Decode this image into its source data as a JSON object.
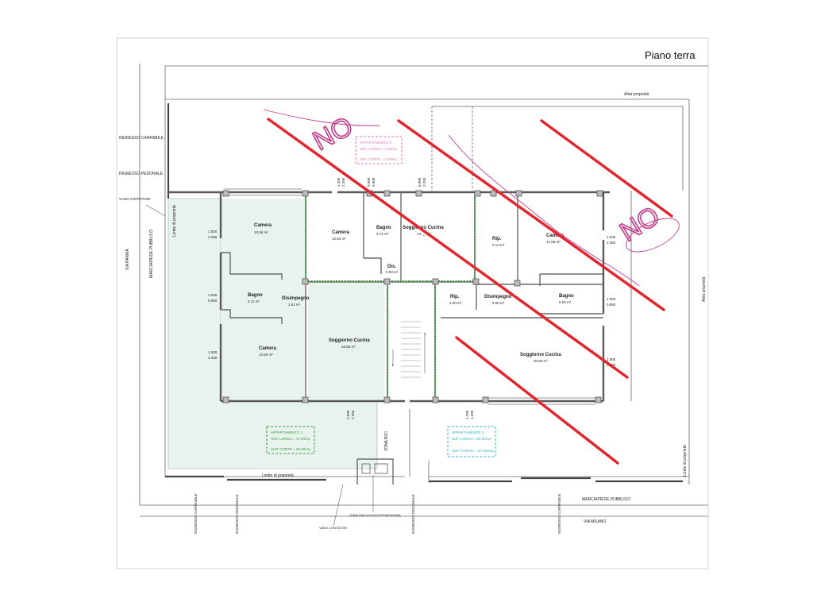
{
  "title": "Piano terra",
  "labels": {
    "altra_top": "Altra proprietà",
    "altra_right": "Altra proprietà",
    "ingresso_carrabile_left": "INGRESSO CARRABILE",
    "ingresso_pedonale_left": "INGRESSO PEDONALE",
    "vano_contatori_left": "VANO CONTATORI",
    "limite_left": "Limite di proprietà",
    "marciapiede_left": "MARCIAPIEDE PUBBLICO",
    "via_parma": "VIA PARMA",
    "limite_bottom": "Limite di proprietà",
    "zona_bici": "ZONA BICI",
    "ingresso_carrabile_b1": "INGRESSO CARRABILE",
    "ingresso_pedonale_b1": "INGRESSO PEDONALE",
    "vano_contatori_b": "VANO CONTATORI",
    "zona_raccolta": "ZONA RACCOLTA DIFFERENZIATA",
    "ingresso_pedonale_b2": "INGRESSO PEDONALE",
    "ingresso_carrabile_b2": "INGRESSO CARRABILE",
    "marciapiede_bottom": "MARCIAPIEDE PUBBLICO",
    "via_milano": "VIA MILANO",
    "limite_right": "Limite di proprietà"
  },
  "rooms": [
    {
      "name": "Camera",
      "area": "13.56 m²"
    },
    {
      "name": "Camera",
      "area": "12.63 m²"
    },
    {
      "name": "Bagno",
      "area": "4.72 m²"
    },
    {
      "name": "Soggiorno Cucina",
      "area": "14.__ m²"
    },
    {
      "name": "Rip.",
      "area": "0.13 m²"
    },
    {
      "name": "Camera",
      "area": "14.55 m²"
    },
    {
      "name": "Dis.",
      "area": "0.93 m²"
    },
    {
      "name": "Bagno",
      "area": "5.11 m²"
    },
    {
      "name": "Disimpegno",
      "area": "1.51 m²"
    },
    {
      "name": "Rip.",
      "area": "2.30 m²"
    },
    {
      "name": "Disimpegno",
      "area": "5.68 m²"
    },
    {
      "name": "Bagno",
      "area": "6.03 m²"
    },
    {
      "name": "Camera",
      "area": "14.55 m²"
    },
    {
      "name": "Soggiorno Cucina",
      "area": "22.56 m²"
    },
    {
      "name": "Soggiorno Cucina",
      "area": "30.69 m²"
    }
  ],
  "dimensions": {
    "d1": [
      "1.500",
      "2.250"
    ],
    "d2": [
      "1.000",
      "0.950"
    ],
    "d3": [
      "1.500",
      "2.250"
    ],
    "d4": [
      "1.200",
      "2.250"
    ],
    "d5": [
      "0.900",
      "0.950"
    ],
    "d6": [
      "0.900",
      "2.250"
    ],
    "d7": [
      "1.500",
      "2.250"
    ],
    "d8": [
      "1.000",
      "0.950"
    ],
    "d9": [
      "1.500",
      "2.250"
    ],
    "d10": [
      "2.000",
      "2.250"
    ],
    "d11": [
      "1.700",
      "1.400"
    ]
  },
  "boxes": {
    "app1": {
      "title": "APPARTAMENTO 1",
      "lorda": "SUP. LORDA = 72.00mq",
      "corte": "SUP. CORTE = 60.00mq",
      "color": "#3a9a3e"
    },
    "app2": {
      "title": "APPARTAMENTO 2",
      "lorda": "SUP. LORDA = 0.00mq",
      "corte": "SUP. CORTE = 0.00mq",
      "color": "#e07ab6"
    },
    "app3": {
      "title": "APPARTAMENTO 3",
      "lorda": "SUP. LORDA = 83.00mq",
      "corte": "SUP. CORTE = 127.00mq",
      "color": "#31b3c4"
    }
  },
  "handwriting": {
    "mark1": "NO",
    "mark2": "NO"
  },
  "colors": {
    "strike": "#e2262e",
    "courtyard": "#e8f3ee",
    "wall": "#5a5a5a"
  }
}
